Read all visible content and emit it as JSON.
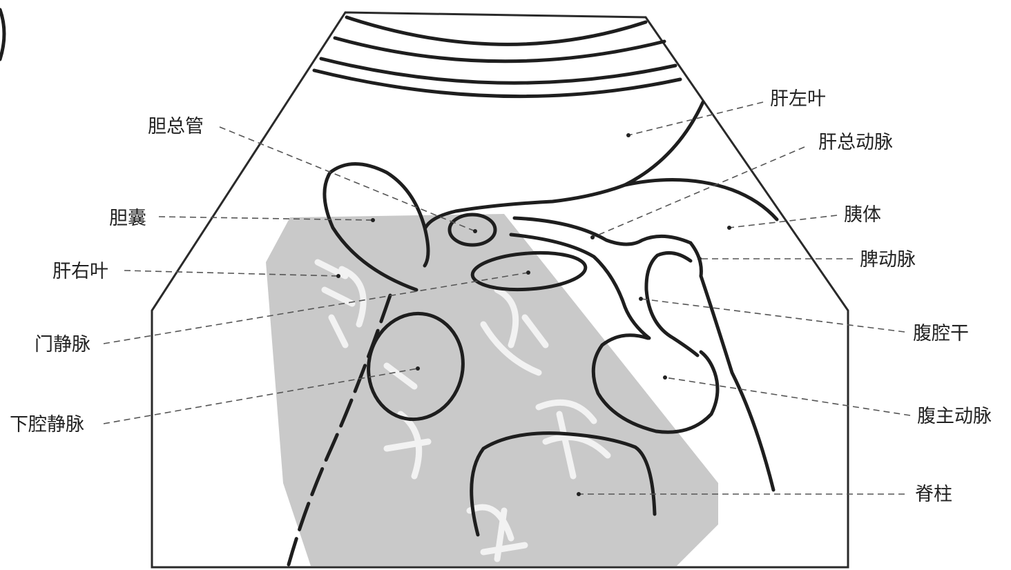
{
  "labels": {
    "common_bile_duct": "胆总管",
    "gallbladder": "胆囊",
    "right_liver_lobe": "肝右叶",
    "portal_vein": "门静脉",
    "inferior_vena_cava": "下腔静脉",
    "left_liver_lobe": "肝左叶",
    "common_hepatic_artery": "肝总动脉",
    "pancreas_body": "胰体",
    "splenic_artery": "脾动脉",
    "celiac_trunk": "腹腔干",
    "abdominal_aorta": "腹主动脉",
    "spine": "脊柱"
  },
  "colors": {
    "line": "#1e1e1e",
    "leader": "#555555",
    "watermark": "#c9c9c9"
  }
}
